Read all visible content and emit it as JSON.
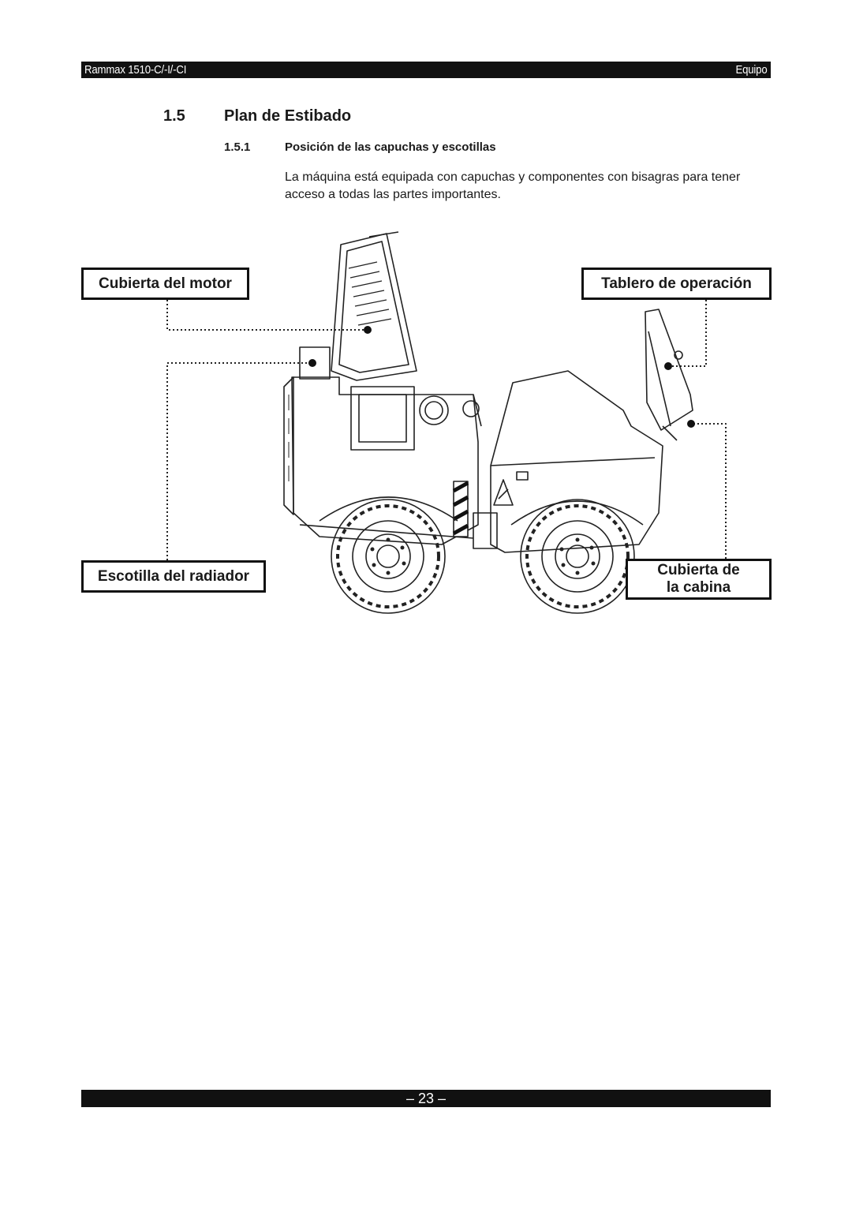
{
  "header": {
    "left": "Rammax 1510-C/-I/-CI",
    "right": "Equipo"
  },
  "section": {
    "number": "1.5",
    "title": "Plan de Estibado"
  },
  "subsection": {
    "number": "1.5.1",
    "title": "Posición de las capuchas y escotillas",
    "body": "La máquina está equipada con capuchas y componentes con bisagras para tener acceso a todas las partes importantes."
  },
  "callouts": {
    "engine_cover": "Cubierta del motor",
    "control_panel": "Tablero de operación",
    "radiator_hatch": "Escotilla del radiador",
    "cab_cover_line1": "Cubierta de",
    "cab_cover_line2": "la cabina"
  },
  "footer": {
    "page": "– 23 –"
  }
}
